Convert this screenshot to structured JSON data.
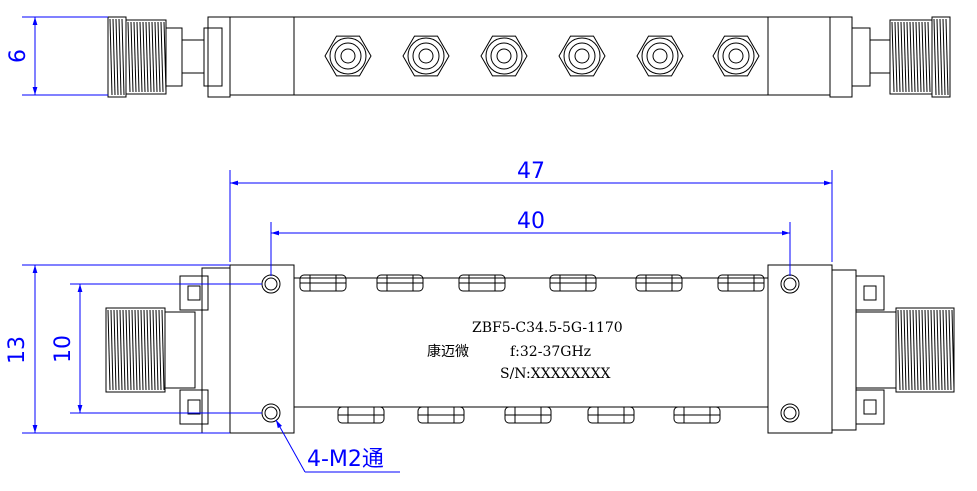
{
  "dimensions": {
    "top_height": "6",
    "overall_length": "47",
    "hole_spacing": "40",
    "body_height": "13",
    "hole_vertical_spacing": "10"
  },
  "callout": {
    "holes": "4-M2通"
  },
  "label": {
    "model": "ZBF5-C34.5-5G-1170",
    "brand": "康迈微",
    "frequency": "f:32-37GHz",
    "serial": "S/N:XXXXXXXX"
  },
  "colors": {
    "outline": "#000000",
    "dimension": "#0000ff"
  }
}
